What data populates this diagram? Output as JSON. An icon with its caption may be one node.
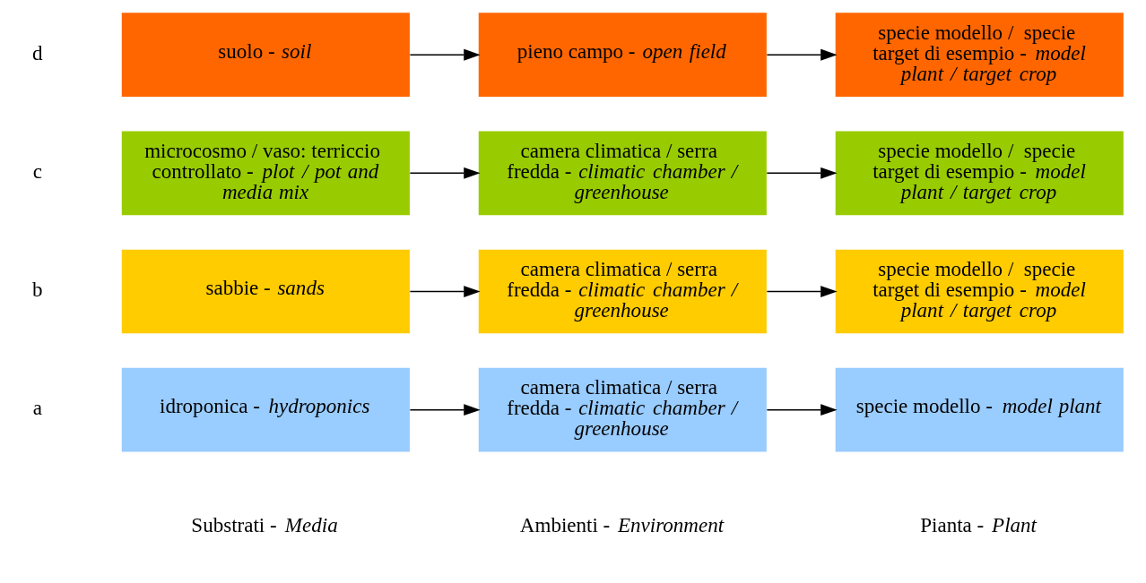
{
  "diagram": {
    "nodes": [
      {
        "text": [
          "idroponica - *hydroponics*"
        ]
      },
      {
        "text": [
          "camera climatica / serra fredda - *climatic chamber / greenhouse*"
        ]
      },
      {
        "text": [
          "specie modello - *model plant*"
        ]
      },
      {
        "text": [
          "sabbie - *sands*"
        ]
      },
      {
        "text": [
          "camera climatica / serra fredda - *climatic chamber / greenhouse*"
        ]
      },
      {
        "text": [
          "specie modello /  specie target di esempio - *model plant / target crop*"
        ]
      },
      {
        "text": [
          "microcosmo / vaso: terriccio controllato - *plot / pot and media mix*"
        ]
      },
      {
        "text": [
          "camera climatica / serra fredda - *climatic chamber / greenhouse*"
        ]
      },
      {
        "text": [
          "specie modello /  specie target di esempio - *model plant / target crop*"
        ]
      },
      {
        "text": [
          "suolo - *soil*"
        ]
      },
      {
        "text": [
          "pieno campo - *open field*"
        ]
      },
      {
        "text": [
          "specie modello /  specie target di esempio - *model plant / target crop*"
        ]
      }
    ],
    "edges": [
      {
        "from": 0,
        "to": 1,
        "arrow": "to"
      },
      {
        "from": 1,
        "to": 2,
        "arrow": "to"
      },
      {
        "from": 3,
        "to": 4,
        "arrow": "to"
      },
      {
        "from": 4,
        "to": 5,
        "arrow": "to"
      },
      {
        "from": 6,
        "to": 7,
        "arrow": "to"
      },
      {
        "from": 7,
        "to": 8,
        "arrow": "to"
      },
      {
        "from": 9,
        "to": 10,
        "arrow": "to"
      },
      {
        "from": 10,
        "to": 11,
        "arrow": "to"
      }
    ],
    "labels": [
      "Substrati - *Media*",
      "Ambienti - *Environment*",
      "Pianta - *Plant*",
      "a",
      "b",
      "c",
      "d"
    ]
  }
}
